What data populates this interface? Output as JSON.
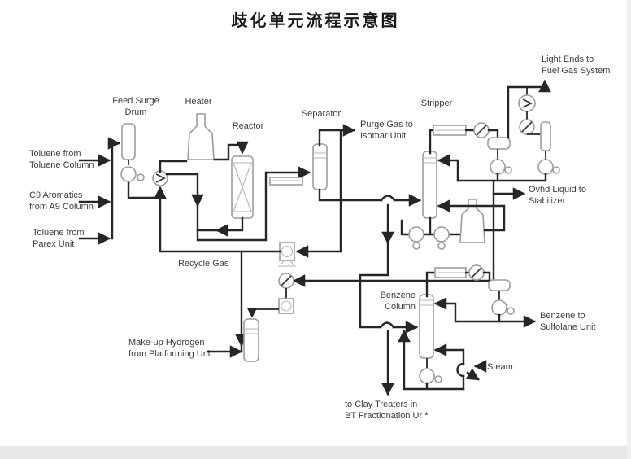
{
  "title": "歧化单元流程示意图",
  "equipment": {
    "feed_surge_drum": [
      "Feed Surge",
      "Drum"
    ],
    "heater": "Heater",
    "reactor": "Reactor",
    "separator": "Separator",
    "stripper": "Stripper",
    "benzene_column": [
      "Benzene",
      "Column"
    ]
  },
  "streams": {
    "toluene_from_toluene_column": [
      "Toluene from",
      "Toluene Column"
    ],
    "c9_aromatics_from_a9_column": [
      "C9 Aromatics",
      "from A9 Column"
    ],
    "toluene_from_parex_unit": [
      "Toluene from",
      "Parex Unit"
    ],
    "purge_gas_to_isomar_unit": [
      "Purge Gas to",
      "Isomar Unit"
    ],
    "light_ends_to_fuel_gas_system": [
      "Light Ends to",
      "Fuel Gas System"
    ],
    "ovhd_liquid_to_stabilizer": [
      "Ovhd Liquid to",
      "Stabilizer"
    ],
    "recycle_gas": "Recycle Gas",
    "makeup_hydrogen_from_platforming_unit": [
      "Make-up Hydrogen",
      "from Platforming Unit"
    ],
    "benzene_to_sulfolane_unit": [
      "Benzene to",
      "Sulfolane Unit"
    ],
    "steam": "Steam",
    "to_clay_treaters": [
      "to Clay Treaters in",
      "BT Fractionation Ur *"
    ]
  },
  "colors": {
    "line": "#262626",
    "equipment_outline": "#9c9c9c",
    "text": "#3d3d3d",
    "background": "#ffffff",
    "footer_band": "#e8e8e8"
  }
}
